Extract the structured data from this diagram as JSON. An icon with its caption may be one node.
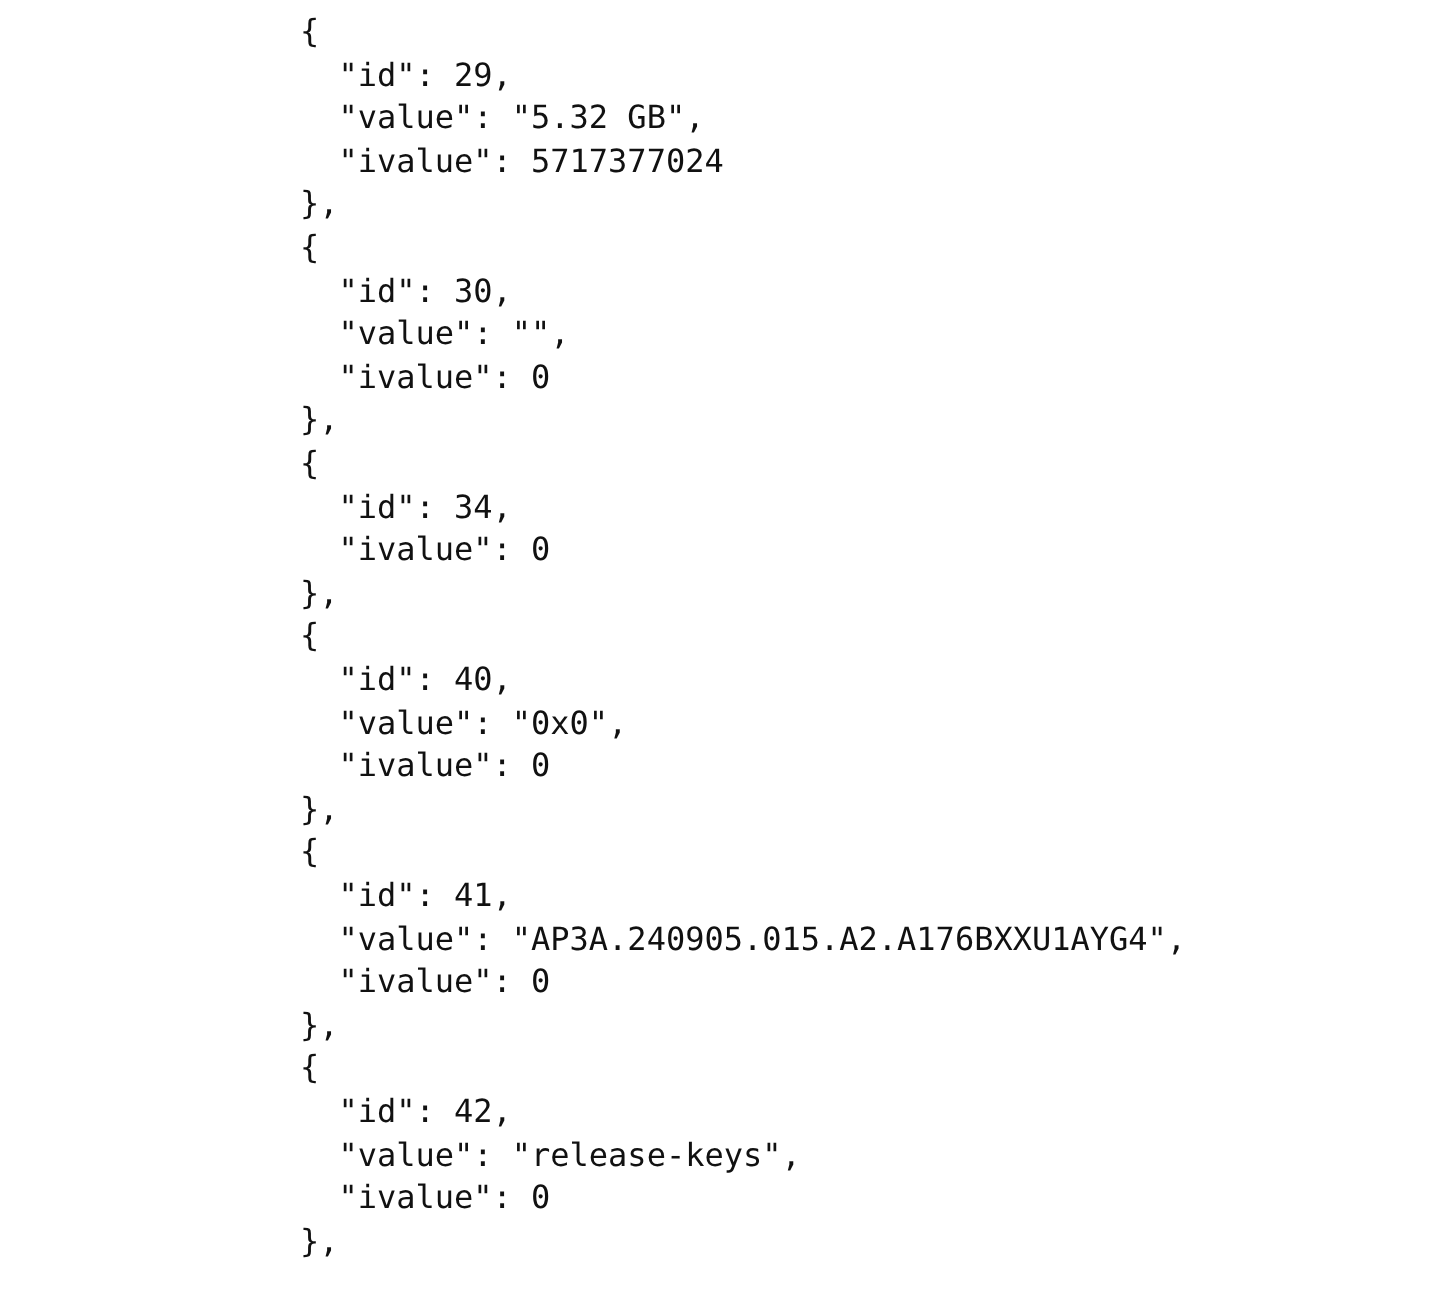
{
  "diagram": {
    "labels": [
      "{",
      "\"id\": 29,",
      "\"value\": \"5.32 GB\",",
      "\"ivalue\": 5717377024",
      "},",
      "{",
      "\"id\": 30,",
      "\"value\": \"\",",
      "\"ivalue\": 0",
      "},",
      "{",
      "\"id\": 34,",
      "\"ivalue\": 0",
      "},",
      "{",
      "\"id\": 40,",
      "\"value\": \"0x0\",",
      "\"ivalue\": 0",
      "},",
      "{",
      "\"id\": 41,",
      "\"value\": \"AP3A.240905.015.A2.A176BXXU1AYG4\",",
      "\"ivalue\": 0",
      "},",
      "{",
      "\"id\": 42,",
      "\"value\": \"release-keys\",",
      "\"ivalue\": 0",
      "},"
    ]
  }
}
